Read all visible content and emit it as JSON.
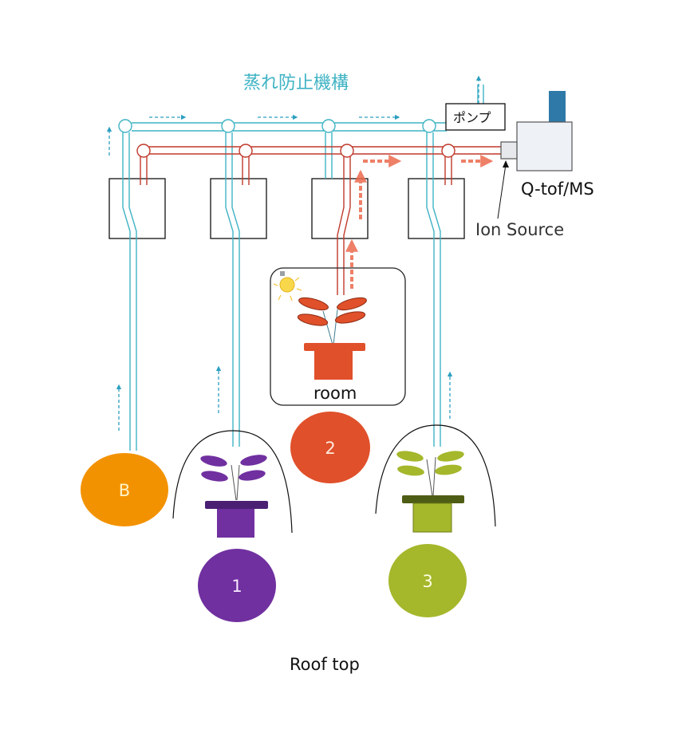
{
  "title": "蒸れ防止機構",
  "pump_label": "ポンプ",
  "instrument_label": "Q-tof/MS",
  "ion_source_label": "Ion Source",
  "room_label": "room",
  "roof_label": "Roof top",
  "samples": [
    {
      "id": "B",
      "label": "B",
      "color": "#f39200",
      "text_color": "#fff4c8"
    },
    {
      "id": "1",
      "label": "1",
      "color": "#7030a0",
      "pot_rim": "#4b1f72",
      "text_color": "#f7e8ff"
    },
    {
      "id": "2",
      "label": "2",
      "color": "#e0502a",
      "text_color": "#ffe9dd"
    },
    {
      "id": "3",
      "label": "3",
      "color": "#a5b72b",
      "pot_rim": "#4e5d14",
      "text_color": "#fbffe3"
    }
  ],
  "colors": {
    "blue_line": "#3fb3c4",
    "blue_arrow": "#2c9fc0",
    "red_line": "#c0392b",
    "red_arrow": "#ec6a4e",
    "instrument_body": "#eef1f5",
    "instrument_top": "#2e79a8"
  }
}
